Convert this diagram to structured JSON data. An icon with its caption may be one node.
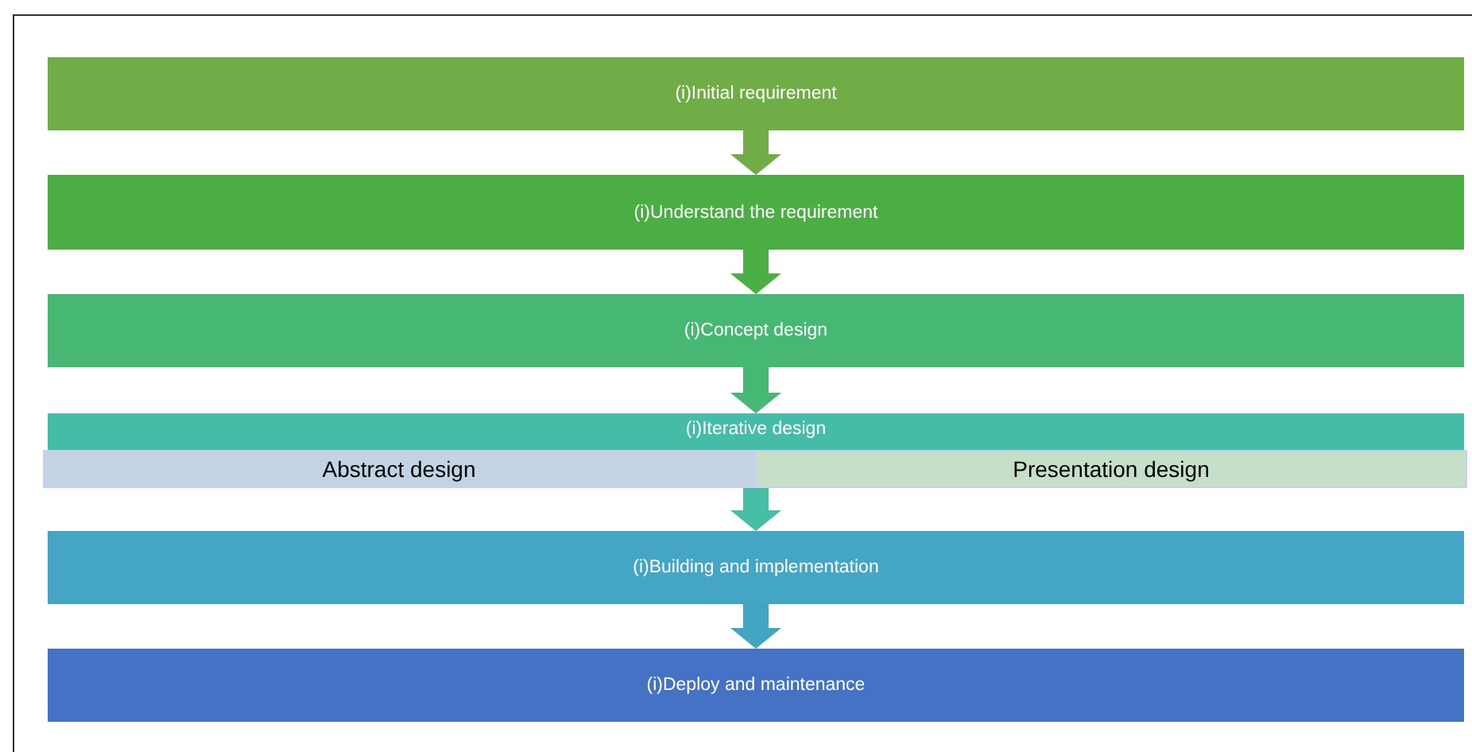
{
  "diagram": {
    "nodes": [
      {
        "text": [
          "(i)Initial requirement"
        ]
      },
      {
        "text": [
          "(i)Understand the requirement"
        ]
      },
      {
        "text": [
          "(i)Concept design"
        ]
      },
      {
        "text": [
          "(i)Iterative design"
        ]
      },
      {
        "text": [
          "Abstract design"
        ],
        "in": 3
      },
      {
        "text": [
          "Presentation design"
        ],
        "in": 3
      },
      {
        "text": [
          "(i)Building and implementation"
        ]
      },
      {
        "text": [
          "(i)Deploy and maintenance"
        ]
      }
    ],
    "edges": [
      {
        "from": 0,
        "to": 1,
        "arrow": "to",
        "color": "#70ad47"
      },
      {
        "from": 1,
        "to": 2,
        "arrow": "to",
        "color": "#4caf46"
      },
      {
        "from": 2,
        "to": 3,
        "arrow": "to",
        "color": "#47b874"
      },
      {
        "from": 3,
        "to": 6,
        "arrow": "to",
        "color": "#45bfa6"
      },
      {
        "from": 6,
        "to": 7,
        "arrow": "to",
        "color": "#42a5c2"
      }
    ]
  }
}
